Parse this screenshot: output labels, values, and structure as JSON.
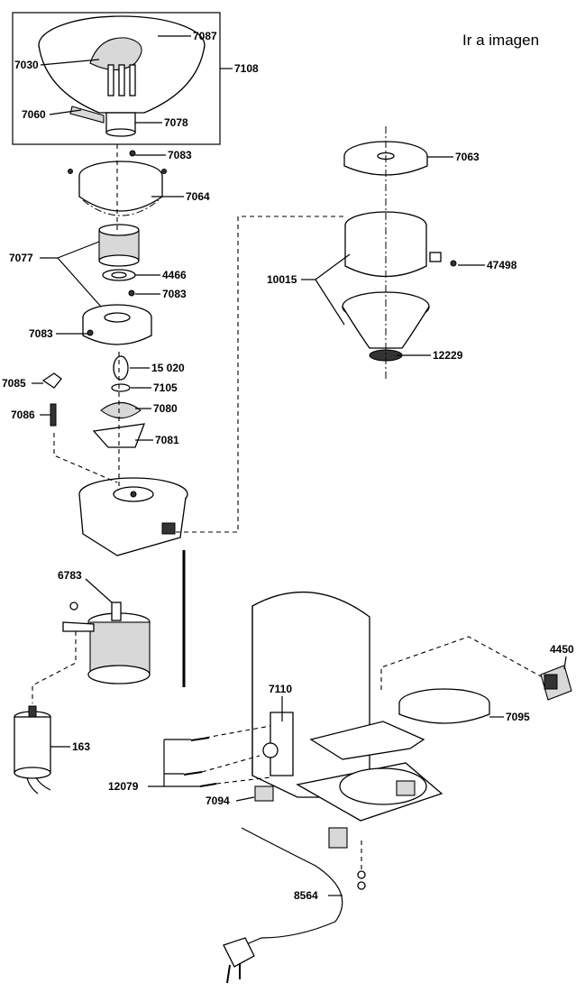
{
  "header": {
    "link_text": "Ir a imagen"
  },
  "parts": {
    "p7087": "7087",
    "p7030": "7030",
    "p7108": "7108",
    "p7060": "7060",
    "p7078": "7078",
    "p7083a": "7083",
    "p7064": "7064",
    "p7077": "7077",
    "p4466": "4466",
    "p7083b": "7083",
    "p7083c": "7083",
    "p15020": "15 020",
    "p7085": "7085",
    "p7105": "7105",
    "p7086": "7086",
    "p7080": "7080",
    "p7081": "7081",
    "p7063": "7063",
    "p10015": "10015",
    "p47498": "47498",
    "p12229": "12229",
    "p6783": "6783",
    "p163": "163",
    "p7110": "7110",
    "p4450": "4450",
    "p7095": "7095",
    "p12079": "12079",
    "p7094": "7094",
    "p8564": "8564"
  }
}
